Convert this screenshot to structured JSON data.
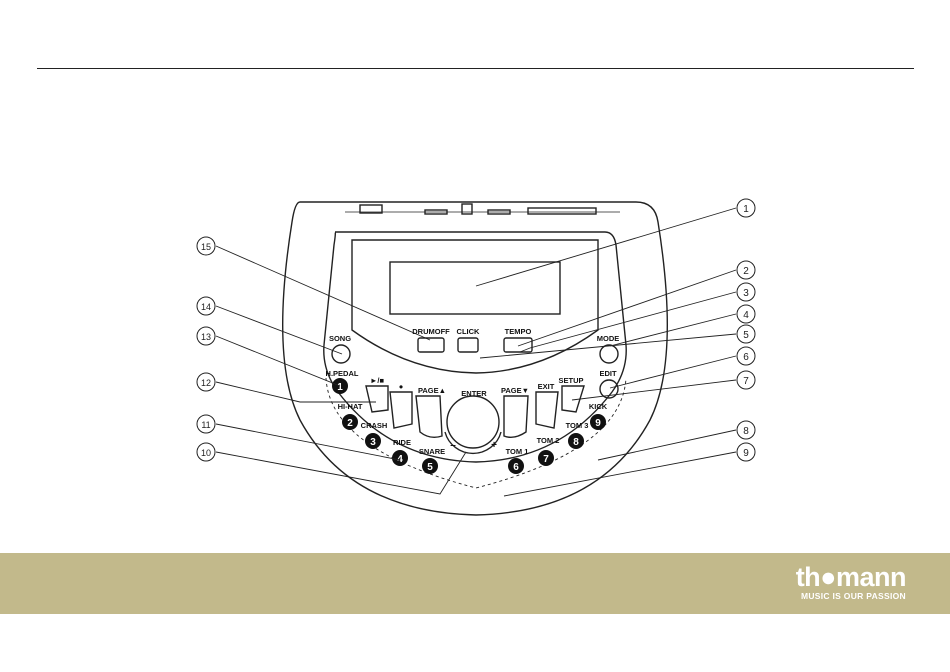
{
  "labels": {
    "drumoff": "DRUMOFF",
    "click": "CLICK",
    "tempo": "TEMPO",
    "song": "SONG",
    "mode": "MODE",
    "edit": "EDIT",
    "hpedal": "H.PEDAL",
    "hihat": "HI-HAT",
    "crash": "CRASH",
    "ride": "RIDE",
    "snare": "SNARE",
    "tom1": "TOM 1",
    "tom2": "TOM 2",
    "tom3": "TOM 3",
    "kick": "KICK",
    "setup": "SETUP",
    "exit": "EXIT",
    "page_up": "PAGE▲",
    "page_down": "PAGE▼",
    "enter": "ENTER",
    "play": "►/■",
    "rec": "●",
    "minus": "–",
    "plus": "+"
  },
  "pads": [
    "1",
    "2",
    "3",
    "4",
    "5",
    "6",
    "7",
    "8",
    "9"
  ],
  "callouts": [
    "1",
    "2",
    "3",
    "4",
    "5",
    "6",
    "7",
    "8",
    "9",
    "10",
    "11",
    "12",
    "13",
    "14",
    "15"
  ],
  "brand": {
    "name": "th●mann",
    "tagline": "MUSIC IS OUR PASSION"
  }
}
